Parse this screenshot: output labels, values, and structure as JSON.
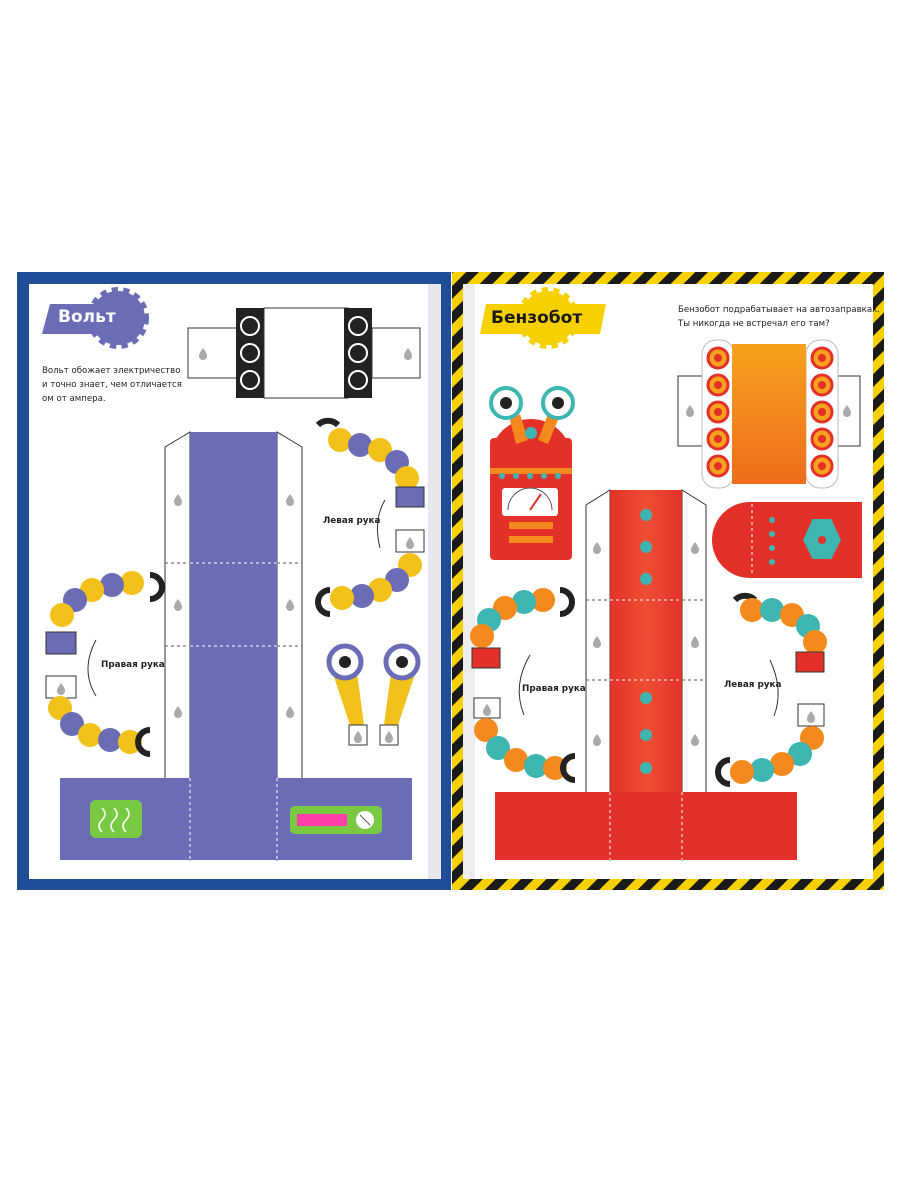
{
  "left_page": {
    "title": "Вольт",
    "description_lines": [
      "Вольт обожает электричество",
      "и точно знает, чем отличается",
      "ом от ампера."
    ],
    "left_arm_label": "Левая рука",
    "right_arm_label": "Правая рука"
  },
  "right_page": {
    "title": "Бензобот",
    "description_lines": [
      "Бензобот подрабатывает на автозаправках.",
      "Ты никогда не встречал его там?"
    ],
    "left_arm_label": "Левая рука",
    "right_arm_label": "Правая рука"
  },
  "colors": {
    "left_border": "#1f4e96",
    "volt_violet": "#6a6cb5",
    "volt_yellow": "#f2c21b",
    "benzo_red": "#e3312a",
    "benzo_orange": "#f48a1e",
    "benzo_teal": "#3db5b0",
    "hazard_yellow": "#f7d000",
    "badge_green": "#7ac943",
    "badge_pink": "#ff3fa8"
  }
}
